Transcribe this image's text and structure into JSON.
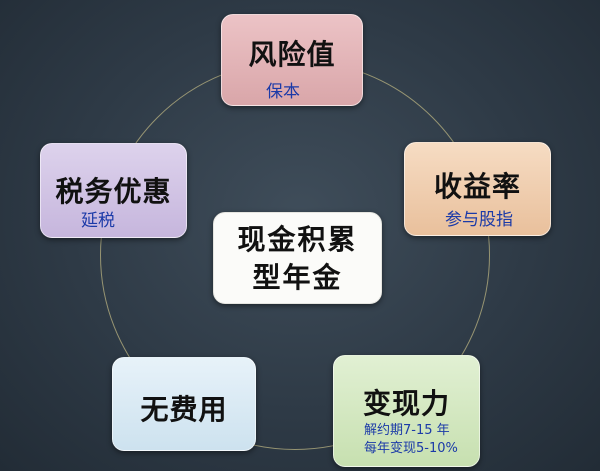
{
  "diagram": {
    "center": {
      "line1": "现金积累",
      "line2": "型年金"
    },
    "nodes": {
      "risk": {
        "title": "风险值",
        "subtitle": "保本"
      },
      "yield": {
        "title": "收益率",
        "subtitle": "参与股指"
      },
      "tax": {
        "title": "税务优惠",
        "subtitle": "延税"
      },
      "no_fee": {
        "title": "无费用"
      },
      "liquidity": {
        "title": "变现力",
        "subtitle_line1": "解约期7-15 年",
        "subtitle_line2": "每年变现5-10%"
      }
    },
    "colors": {
      "background": "#2e3a46",
      "ring": "#a9a57a",
      "subtitle_text": "#1b3aa8",
      "risk_box": "#e4b6b9",
      "yield_box": "#f1cfae",
      "tax_box": "#d2c4e5",
      "center_box": "#fbfbf9",
      "no_fee_box": "#dcebf5",
      "liquidity_box": "#d5e9c2"
    }
  }
}
